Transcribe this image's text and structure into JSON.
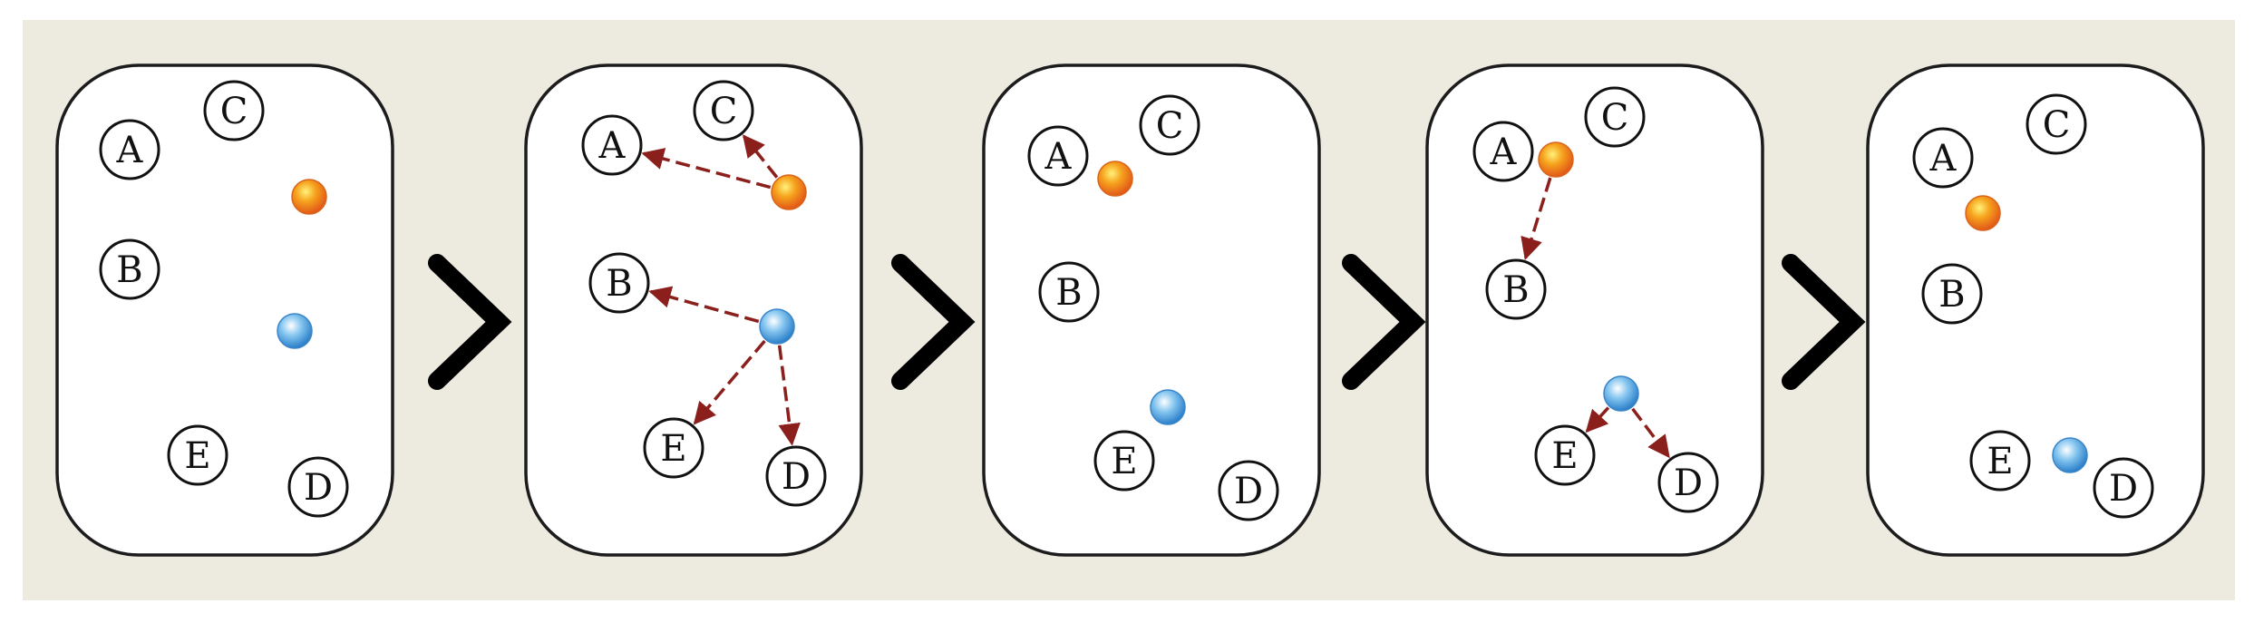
{
  "colors": {
    "background": "#edeae0",
    "panel_fill": "#ffffff",
    "panel_stroke": "#1c1c1c",
    "chevron": "#000000",
    "arrow": "#8b1f1c",
    "orange_ball": "#f0841a",
    "blue_ball": "#3f95d8"
  },
  "node_labels": [
    "A",
    "C",
    "B",
    "E",
    "D"
  ],
  "panels": [
    {
      "nodes": [
        {
          "label": "A"
        },
        {
          "label": "C"
        },
        {
          "label": "B"
        },
        {
          "label": "E"
        },
        {
          "label": "D"
        }
      ],
      "balls": [
        {
          "color": "orange"
        },
        {
          "color": "blue"
        }
      ],
      "arrows": []
    },
    {
      "nodes": [
        {
          "label": "A"
        },
        {
          "label": "C"
        },
        {
          "label": "B"
        },
        {
          "label": "E"
        },
        {
          "label": "D"
        }
      ],
      "balls": [
        {
          "color": "orange"
        },
        {
          "color": "blue"
        }
      ],
      "arrows": [
        {
          "from": "orange",
          "to": "A"
        },
        {
          "from": "orange",
          "to": "C"
        },
        {
          "from": "blue",
          "to": "B"
        },
        {
          "from": "blue",
          "to": "E"
        },
        {
          "from": "blue",
          "to": "D"
        }
      ]
    },
    {
      "nodes": [
        {
          "label": "A"
        },
        {
          "label": "C"
        },
        {
          "label": "B"
        },
        {
          "label": "E"
        },
        {
          "label": "D"
        }
      ],
      "balls": [
        {
          "color": "orange"
        },
        {
          "color": "blue"
        }
      ],
      "arrows": []
    },
    {
      "nodes": [
        {
          "label": "A"
        },
        {
          "label": "C"
        },
        {
          "label": "B"
        },
        {
          "label": "E"
        },
        {
          "label": "D"
        }
      ],
      "balls": [
        {
          "color": "orange"
        },
        {
          "color": "blue"
        }
      ],
      "arrows": [
        {
          "from": "orange",
          "to": "B"
        },
        {
          "from": "blue",
          "to": "E"
        },
        {
          "from": "blue",
          "to": "D"
        }
      ]
    },
    {
      "nodes": [
        {
          "label": "A"
        },
        {
          "label": "C"
        },
        {
          "label": "B"
        },
        {
          "label": "E"
        },
        {
          "label": "D"
        }
      ],
      "balls": [
        {
          "color": "orange"
        },
        {
          "color": "blue"
        }
      ],
      "arrows": []
    }
  ]
}
